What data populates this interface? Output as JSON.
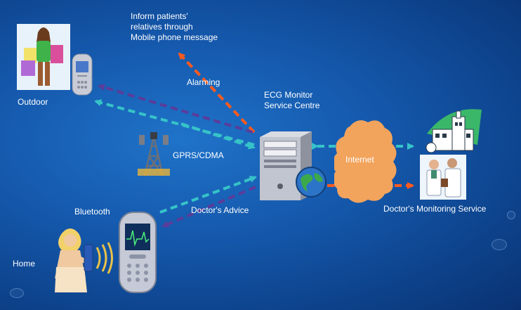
{
  "labels": {
    "inform": [
      "Inform patients'",
      "relatives through",
      "Mobile phone message"
    ],
    "outdoor": "Outdoor",
    "alarming": "Alarming",
    "ecg": [
      "ECG Monitor",
      "Service Centre"
    ],
    "gprs": "GPRS/CDMA",
    "internet": "Internet",
    "bluetooth": "Bluetooth",
    "doctors_advice": "Doctor's Advice",
    "doctors_monitoring": "Doctor's Monitoring Service",
    "home": "Home"
  },
  "icons": [
    "woman-shopping-icon",
    "mobile-phone-icon",
    "antenna-tower-icon",
    "server-tower-icon",
    "globe-icon",
    "internet-cloud-icon",
    "hospital-building-icon",
    "doctors-icon",
    "patient-woman-icon",
    "ecg-sensor-icon",
    "ecg-phone-icon"
  ],
  "colors": {
    "background": "#1559ad",
    "alarm_arrow": "#ff5a1e",
    "data_arrow": "#36c3c8",
    "advice_arrow": "#5a3c9a",
    "cloud": "#f2a45c"
  }
}
